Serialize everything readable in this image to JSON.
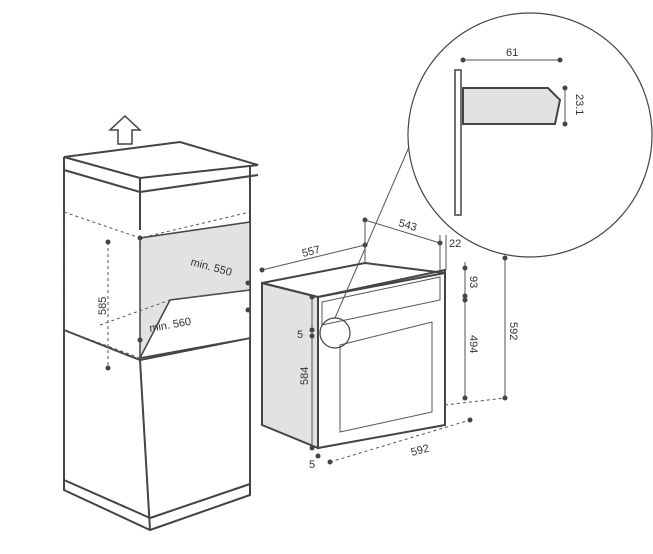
{
  "labels": {
    "detail_width": "61",
    "detail_height": "23.1",
    "oven_depth": "543",
    "front_thickness": "22",
    "oven_total_depth": "557",
    "panel_height": "93",
    "oven_height": "592",
    "door_height": "494",
    "side_gap": "5",
    "body_height": "584",
    "bottom_gap": "5",
    "oven_width": "592",
    "niche_depth": "min. 550",
    "niche_width": "min. 560",
    "niche_height": "585"
  },
  "colors": {
    "line": "#444444",
    "fill_grey": "#e2e2e2"
  }
}
